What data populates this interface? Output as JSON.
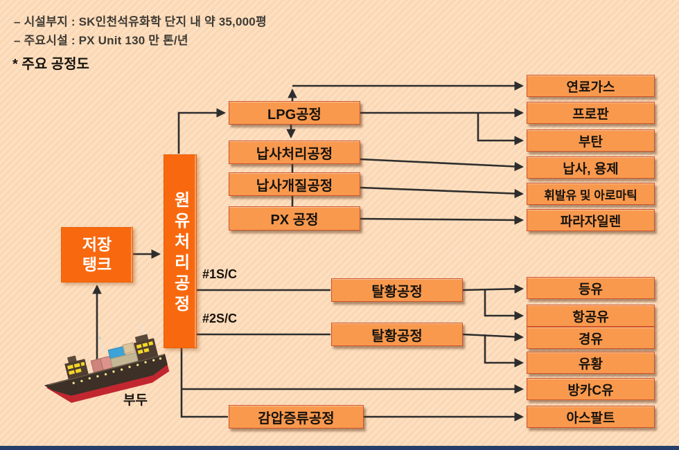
{
  "header": {
    "line1": "– 시설부지 : SK인천석유화학 단지 내 약 35,000평",
    "line2": "– 주요시설 : PX Unit 130 만 톤/년",
    "section_title": "* 주요 공정도"
  },
  "colors": {
    "background": "#FBD7B3",
    "background_stripe": "#FCE1C5",
    "accent_orange": "#F8690F",
    "box_fill": "#F8994E",
    "box_border": "#CE5228",
    "connector_line": "#2D2D2D",
    "footer_bar": "#263F6A"
  },
  "diagram": {
    "source": {
      "dock_label": "부두",
      "ship_icon": "cargo-ship-icon"
    },
    "storage_tank": {
      "label": "저장\n탱크"
    },
    "main_process": {
      "label": "원유처리공정"
    },
    "stream_labels": [
      {
        "label": "#1S/C"
      },
      {
        "label": "#2S/C"
      }
    ],
    "process_boxes": [
      {
        "label": "LPG공정"
      },
      {
        "label": "납사처리공정"
      },
      {
        "label": "납사개질공정"
      },
      {
        "label": "PX 공정"
      },
      {
        "label": "탈황공정"
      },
      {
        "label": "탈황공정"
      },
      {
        "label": "감압증류공정"
      }
    ],
    "output_boxes": [
      {
        "label": "연료가스"
      },
      {
        "label": "프로판"
      },
      {
        "label": "부탄"
      },
      {
        "label": "납사, 용제"
      },
      {
        "label": "휘발유 및 아로마틱"
      },
      {
        "label": "파라자일렌"
      },
      {
        "label": "등유"
      },
      {
        "label": "항공유"
      },
      {
        "label": "경유"
      },
      {
        "label": "유황"
      },
      {
        "label": "방카C유"
      },
      {
        "label": "아스팔트"
      }
    ]
  }
}
